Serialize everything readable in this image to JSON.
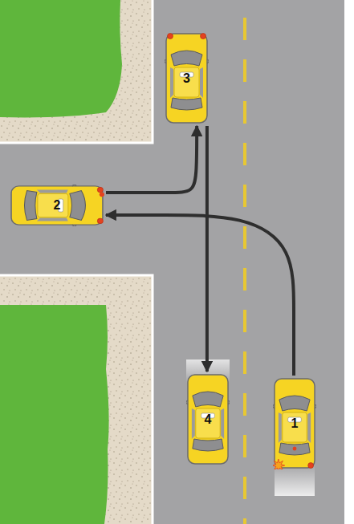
{
  "diagram": {
    "nodes": [
      {
        "text": [
          "3"
        ]
      },
      {
        "text": [
          "2"
        ]
      },
      {
        "text": [
          "4"
        ]
      },
      {
        "text": [
          "1"
        ]
      }
    ],
    "edges": [
      {
        "from": 1,
        "to": 0,
        "arrow": "to"
      },
      {
        "from": 3,
        "to": 1,
        "arrow": "to"
      },
      {
        "from": 0,
        "to": 2,
        "arrow": "to"
      }
    ]
  }
}
